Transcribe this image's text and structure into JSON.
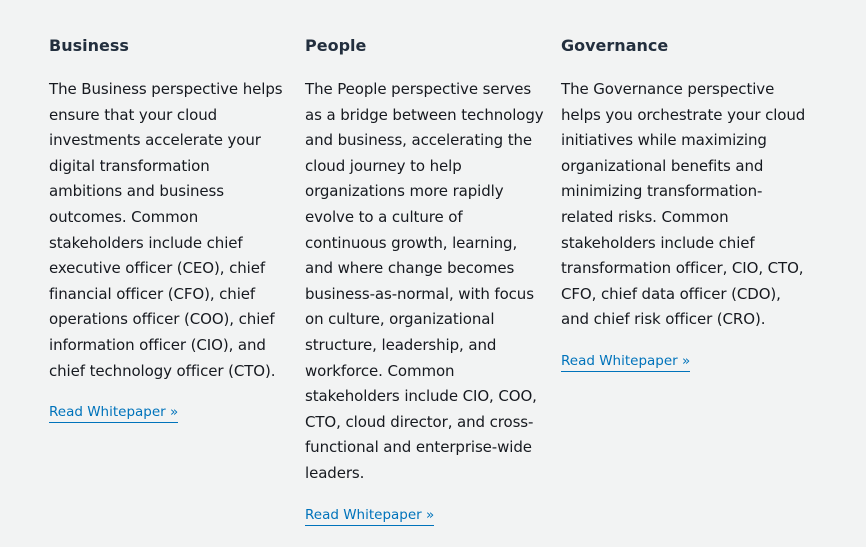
{
  "columns": [
    {
      "title": "Business",
      "body": "The Business perspective helps ensure that your cloud investments accelerate your digital transformation ambitions and business outcomes. Common stakeholders include chief executive officer (CEO), chief financial officer (CFO), chief operations officer (COO), chief information officer (CIO), and chief technology officer (CTO).",
      "link": "Read Whitepaper »"
    },
    {
      "title": "People",
      "body": "The People perspective serves as a bridge between technology and business, accelerating the cloud journey to help organizations more rapidly evolve to a culture of continuous growth, learning, and where change becomes business-as-normal, with focus on culture, organizational structure, leadership, and workforce. Common stakeholders include CIO, COO, CTO, cloud director, and cross-functional and enterprise-wide leaders.",
      "link": "Read Whitepaper »"
    },
    {
      "title": "Governance",
      "body": "The Governance perspective helps you orchestrate your cloud initiatives while maximizing organizational benefits and minimizing transformation-related risks. Common stakeholders include chief transformation officer, CIO, CTO, CFO, chief data officer (CDO), and chief risk officer (CRO).",
      "link": "Read Whitepaper »"
    }
  ],
  "colors": {
    "background": "#f2f3f3",
    "heading": "#232f3e",
    "text": "#16191f",
    "link": "#0073bb"
  }
}
